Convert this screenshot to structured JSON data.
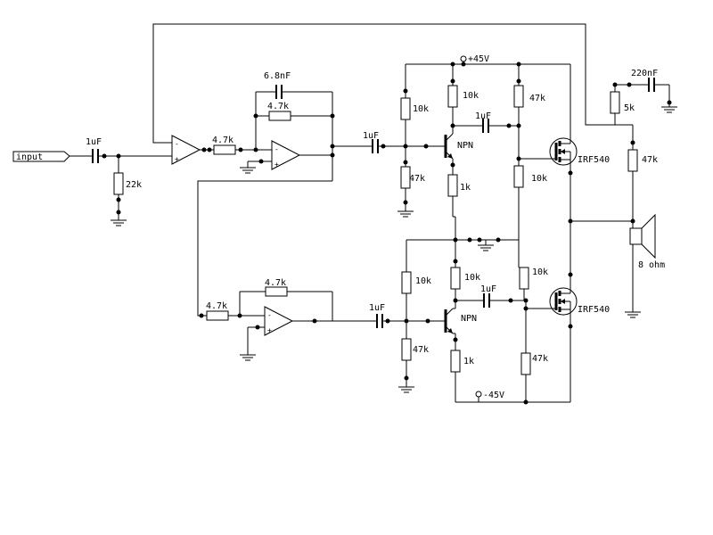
{
  "input_label": "input",
  "components": {
    "c_in": "1uF",
    "r_in_shunt": "22k",
    "r_op1_in": "4.7k",
    "c_fb": "6.8nF",
    "r_fb1": "4.7k",
    "r_op3_in": "4.7k",
    "r_fb3": "4.7k",
    "top": {
      "c_couple": "1uF",
      "r_bias_top": "10k",
      "r_bias_bot": "47k",
      "r_collector": "10k",
      "r_emitter": "1k",
      "c_gate": "1uF",
      "r_gate_top": "47k",
      "r_gate_bot": "10k",
      "transistor": "NPN",
      "mosfet": "IRF540"
    },
    "bottom": {
      "c_couple": "1uF",
      "r_bias_top": "10k",
      "r_bias_bot": "47k",
      "r_collector": "10k",
      "r_emitter": "1k",
      "c_gate": "1uF",
      "r_gate_top": "10k",
      "r_gate_bot": "47k",
      "transistor": "NPN",
      "mosfet": "IRF540"
    },
    "c_zobel": "220nF",
    "r_zobel": "5k",
    "r_out": "47k",
    "speaker": "8 ohm"
  },
  "rails": {
    "positive": "+45V",
    "negative": "-45V"
  },
  "opamp_signs": {
    "minus": "-",
    "plus": "+"
  }
}
